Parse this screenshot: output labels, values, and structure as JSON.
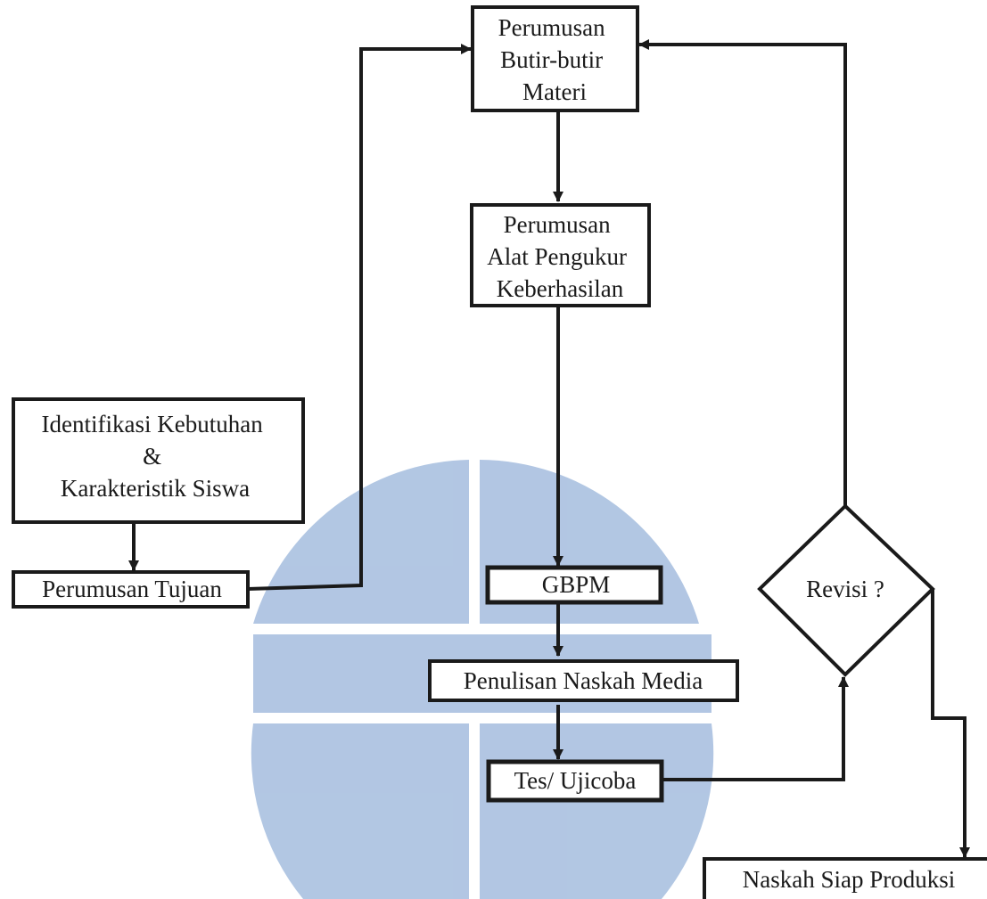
{
  "diagram": {
    "nodes": {
      "perumusan_butir_materi": {
        "lines": [
          "Perumusan",
          "Butir-butir",
          "Materi"
        ]
      },
      "perumusan_alat_pengukur": {
        "lines": [
          "Perumusan",
          "Alat Pengukur",
          "Keberhasilan"
        ]
      },
      "identifikasi_kebutuhan": {
        "lines": [
          "Identifikasi Kebutuhan",
          "&",
          "Karakteristik Siswa"
        ]
      },
      "perumusan_tujuan": {
        "label": "Perumusan Tujuan"
      },
      "gbpm": {
        "label": "GBPM"
      },
      "penulisan_naskah_media": {
        "label": "Penulisan Naskah Media"
      },
      "tes_ujicoba": {
        "label": "Tes/ Ujicoba"
      },
      "revisi": {
        "label": "Revisi ?"
      },
      "naskah_siap_produksi": {
        "label": "Naskah Siap Produksi"
      }
    },
    "colors": {
      "ink": "#1a1a1a",
      "watermark": "#aec4e2"
    }
  }
}
